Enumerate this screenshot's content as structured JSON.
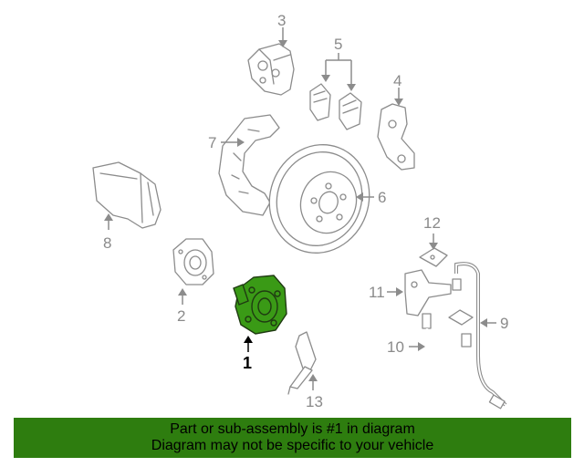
{
  "diagram": {
    "callouts": [
      "1",
      "2",
      "3",
      "4",
      "5",
      "6",
      "7",
      "8",
      "9",
      "10",
      "11",
      "12",
      "13"
    ],
    "highlight_color": "#3a9a16"
  },
  "footer": {
    "line1": "Part or sub-assembly is #1 in diagram",
    "line2": "Diagram may not be specific to your vehicle",
    "background": "#2e7d0f"
  }
}
